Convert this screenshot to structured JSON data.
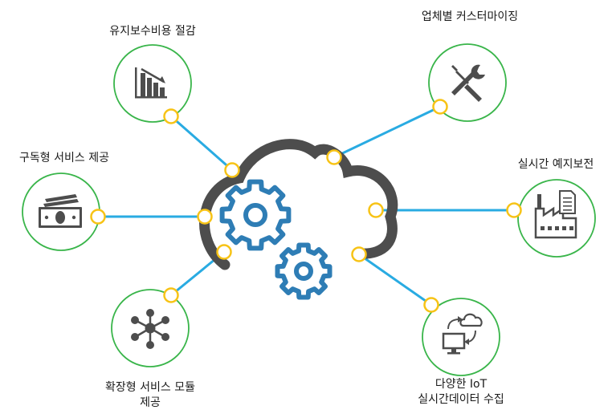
{
  "colors": {
    "connector": "#29abe2",
    "node_ring": "#39b54a",
    "node_dot_fill": "#ffffff",
    "node_dot_stroke": "#f7c316",
    "cloud_outline": "#4d4d4d",
    "gear": "#2e7db5",
    "icon": "#4d4d4d",
    "text": "#1a1a1a"
  },
  "nodes": [
    {
      "id": "cost",
      "label_lines": [
        "유지보수비용 절감"
      ],
      "icon": "chart-down-icon"
    },
    {
      "id": "custom",
      "label_lines": [
        "업체별 커스터마이징"
      ],
      "icon": "tools-icon"
    },
    {
      "id": "subscription",
      "label_lines": [
        "구독형 서비스 제공"
      ],
      "icon": "money-icon"
    },
    {
      "id": "predictive",
      "label_lines": [
        "실시간 예지보전"
      ],
      "icon": "factory-icon"
    },
    {
      "id": "modular",
      "label_lines": [
        "확장형 서비스 모듈",
        "제공"
      ],
      "icon": "network-icon"
    },
    {
      "id": "iot",
      "label_lines": [
        "다양한 IoT",
        "실시간데이터 수집"
      ],
      "icon": "cloud-monitor-icon"
    }
  ]
}
